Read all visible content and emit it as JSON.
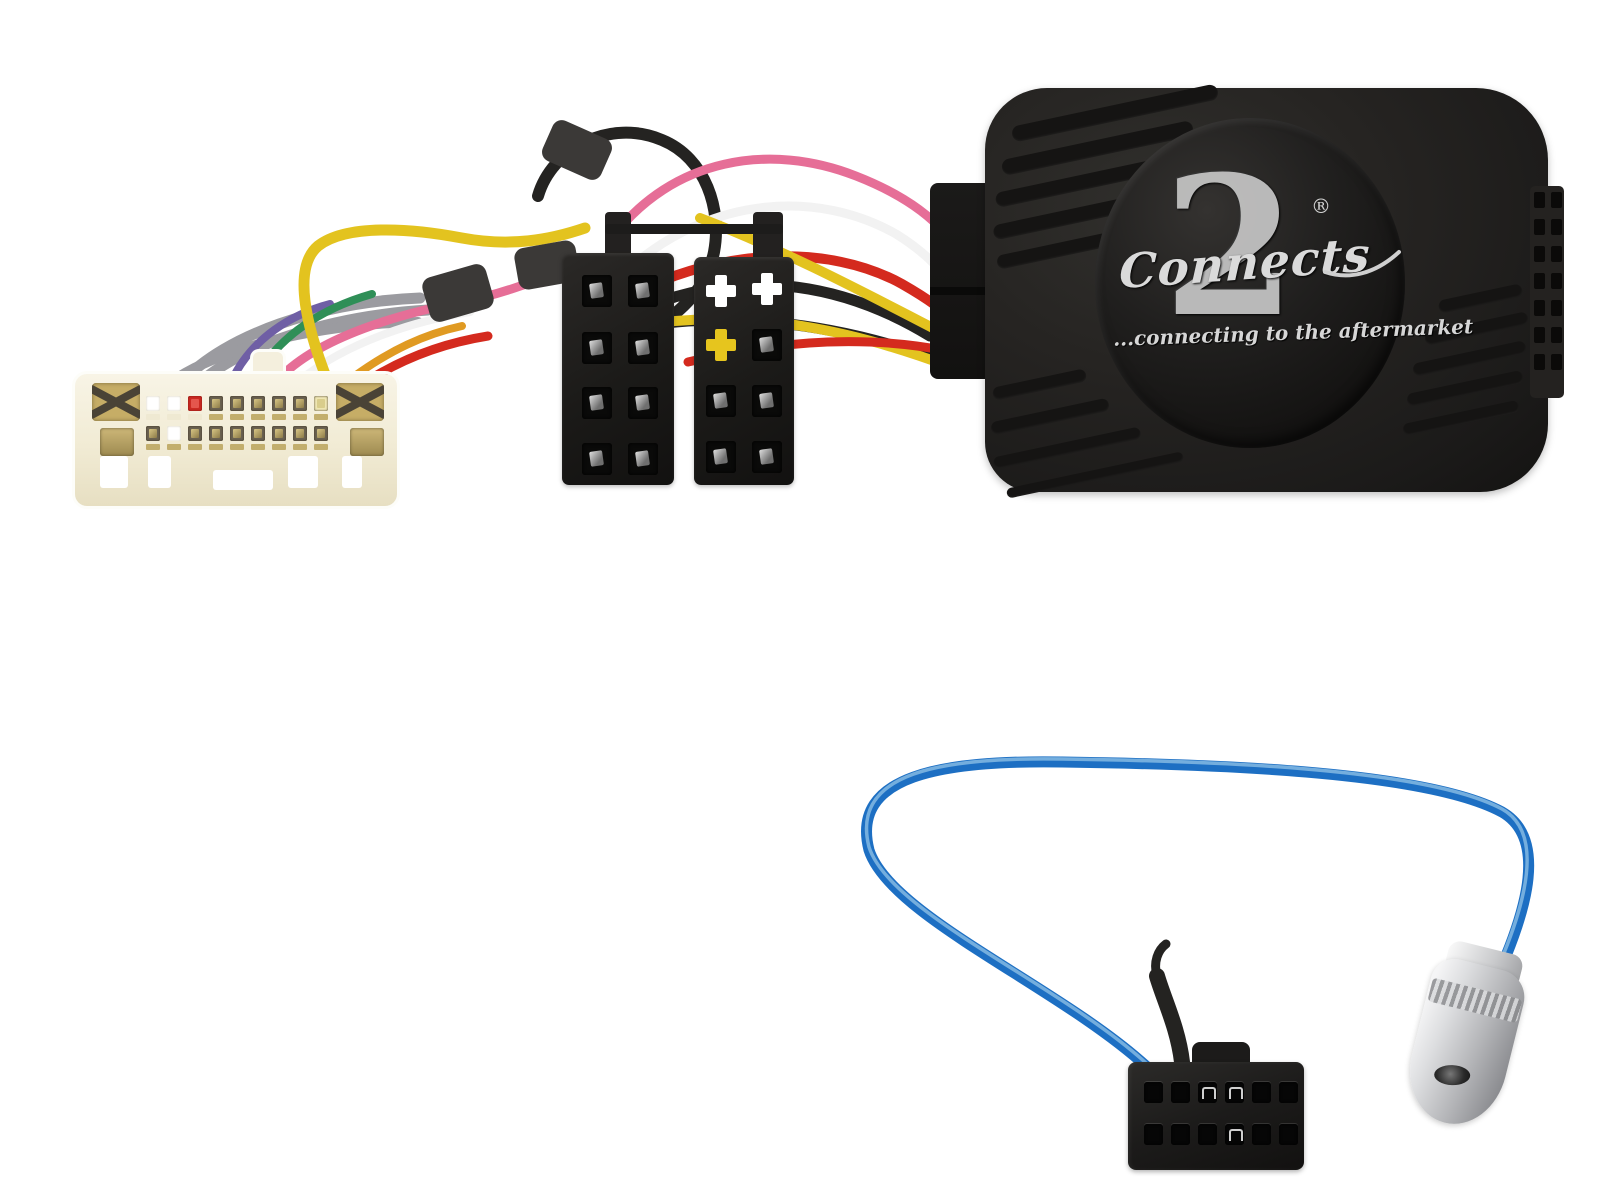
{
  "scene": {
    "type": "product-photo",
    "background": "#ffffff",
    "description": "Connects2 steering wheel control interface harness kit: vehicle-specific connector with multicolour loom, twin ISO connectors, black interface module with Connects2 logo, and blue aerial patch lead with 12-pin plug and chrome DIN aerial connector"
  },
  "logo": {
    "brand_script": "Connects",
    "numeral": "2",
    "registered": "®",
    "tagline": "...connecting to the aftermarket"
  },
  "components": {
    "vehicle_connector": {
      "label": "vehicle harness plug",
      "body_color": "#f1ebd4",
      "pin_rows": 2,
      "pins_per_row": 9,
      "highlight_slot_color": "#cc2a22"
    },
    "iso_connector_left": {
      "label": "ISO connector A",
      "pin_grid": "2x4"
    },
    "iso_connector_right": {
      "label": "ISO connector B",
      "pin_grid": "2x4",
      "cross_cutouts_white": 2,
      "cross_cutouts_yellow": 1
    },
    "interface_box": {
      "label": "Connects2 interface module",
      "body_color": "#23211f",
      "vent_grid": "2x7"
    },
    "micro_connector": {
      "label": "12-pin patch-lead plug",
      "pin_grid": "6x2"
    },
    "antenna_plug": {
      "label": "DIN aerial connector",
      "finish": "chrome"
    }
  },
  "colors": {
    "wire_yellow": "#e3c31f",
    "wire_pink": "#e66e97",
    "wire_red": "#d42a1e",
    "wire_white": "#f2f2f2",
    "wire_black": "#242321",
    "wire_gray": "#9b9ba0",
    "wire_green": "#2f8f57",
    "wire_purple": "#6f5fa5",
    "wire_orange": "#e09a22",
    "cable_blue": "#1d6fc3",
    "cable_blue_hi": "#74aede",
    "tape": "#3b3937"
  }
}
